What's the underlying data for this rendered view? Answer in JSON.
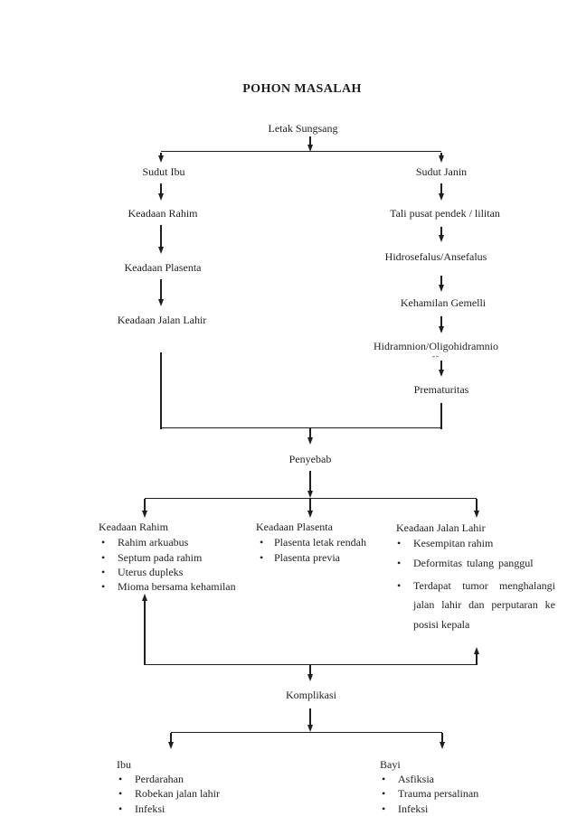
{
  "page": {
    "title": "POHON MASALAH",
    "root": "Letak Sungsang",
    "left_branch": {
      "label": "Sudut Ibu",
      "chain": [
        "Keadaan Rahim",
        "Keadaan Plasenta",
        "Keadaan Jalan Lahir"
      ]
    },
    "right_branch": {
      "label": "Sudut Janin",
      "chain": [
        "Tali pusat pendek / lilitan",
        "Hidrosefalus/Ansefalus",
        "Kehamilan Gemelli",
        "Hidramnion/Oligohidramnio",
        "Prematuritas"
      ],
      "stray_mark": "--"
    },
    "causes": {
      "label": "Penyebab",
      "columns": [
        {
          "header": "Keadaan Rahim",
          "items": [
            "Rahim arkuabus",
            "Septum pada rahim",
            "Uterus dupleks",
            "Mioma bersama kehamilan"
          ]
        },
        {
          "header": "Keadaan Plasenta",
          "items": [
            "Plasenta letak rendah",
            "Plasenta previa"
          ]
        },
        {
          "header": "Keadaan Jalan Lahir",
          "items": [
            "Kesempitan rahim",
            "Deformitas tulang panggul"
          ],
          "item3_lines": [
            "Terdapat tumor menghalangi",
            "jalan lahir dan perputaran ke",
            "posisi kepala"
          ]
        }
      ]
    },
    "complications": {
      "label": "Komplikasi",
      "groups": [
        {
          "header": "Ibu",
          "items": [
            "Perdarahan",
            "Robekan jalan lahir",
            "Infeksi"
          ]
        },
        {
          "header": "Bayi",
          "items": [
            "Asfiksia",
            "Trauma persalinan",
            "Infeksi"
          ]
        }
      ]
    }
  },
  "colors": {
    "ink": "#1e1e1e",
    "background": "#ffffff"
  }
}
